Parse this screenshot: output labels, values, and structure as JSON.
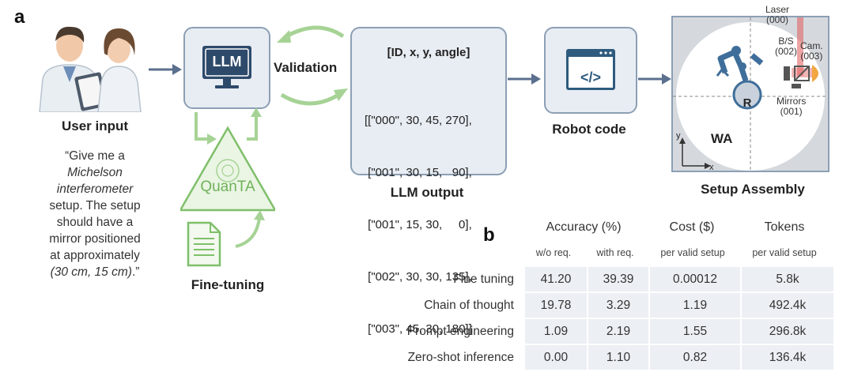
{
  "figure": {
    "panel_a": "a",
    "panel_b": "b",
    "user_input": {
      "label": "User input",
      "quote_open": "“Give me a",
      "quote_italic_1": "Michelson",
      "quote_italic_2": "interferometer",
      "quote_mid_1": "setup. The setup",
      "quote_mid_2": "should have a",
      "quote_mid_3": "mirror positioned",
      "quote_mid_4": "at approximately",
      "quote_coords": "(30 cm, 15 cm)",
      "quote_close": ".”"
    },
    "llm": {
      "screen_text": "LLM"
    },
    "validation": "Validation",
    "quanta": "QuanTA",
    "fine_tuning": "Fine-tuning",
    "llm_output": {
      "label": "LLM output",
      "header": "[ID, x, y, angle]",
      "lines": [
        "[[\"000\", 30, 45, 270],",
        " [\"001\", 30, 15,   90],",
        " [\"001\", 15, 30,     0],",
        " [\"002\", 30, 30, 135],",
        " [\"003\", 45, 30, 180]]"
      ]
    },
    "robot_code": {
      "label": "Robot code",
      "icon_text": "</>"
    },
    "setup": {
      "label": "Setup Assembly",
      "laser": "Laser",
      "laser_id": "(000)",
      "bs": "B/S",
      "bs_id": "(002)",
      "cam": "Cam.",
      "cam_id": "(003)",
      "mirrors": "Mirrors",
      "mirrors_id": "(001)",
      "robot_letter": "R",
      "wa": "WA",
      "axis_y": "y",
      "axis_x": "x"
    },
    "table": {
      "headers": {
        "accuracy": "Accuracy (%)",
        "cost": "Cost ($)",
        "tokens": "Tokens",
        "wo_req": "w/o req.",
        "with_req": "with req.",
        "cost_sub": "per valid setup",
        "tokens_sub": "per valid setup"
      },
      "rows": [
        {
          "method": "Fine tuning",
          "wo": "41.20",
          "with": "39.39",
          "cost": "0.00012",
          "tokens": "5.8k"
        },
        {
          "method": "Chain of thought",
          "wo": "19.78",
          "with": "3.29",
          "cost": "1.19",
          "tokens": "492.4k"
        },
        {
          "method": "Prompt engineering",
          "wo": "1.09",
          "with": "2.19",
          "cost": "1.55",
          "tokens": "296.8k"
        },
        {
          "method": "Zero-shot inference",
          "wo": "0.00",
          "with": "1.10",
          "cost": "0.82",
          "tokens": "136.4k"
        }
      ]
    },
    "colors": {
      "box_fill": "#e8edf3",
      "box_border": "#8c9fb4",
      "arrow_blue": "#5b6f8e",
      "green": "#7fbf6a",
      "laser_red": "#e05a5a",
      "robot_blue": "#3f6e9a"
    }
  }
}
